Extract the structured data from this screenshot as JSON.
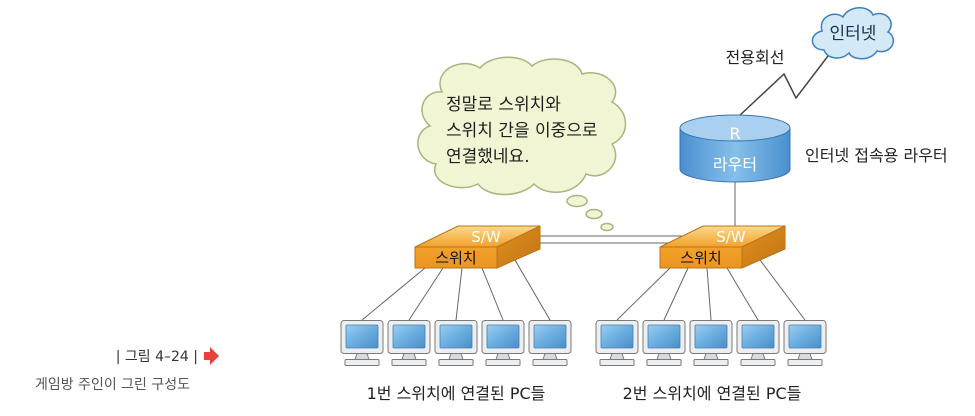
{
  "figure": {
    "label": "| 그림 4–24 |",
    "title": "게임방 주인이 그린 구성도"
  },
  "internet": {
    "label": "인터넷"
  },
  "leased_line": {
    "label": "전용회선"
  },
  "thought_bubble": {
    "lines": [
      "정말로 스위치와",
      "스위치 간을 이중으로",
      "연결했네요."
    ]
  },
  "router": {
    "symbol": "R",
    "label": "라우터",
    "caption": "인터넷 접속용 라우터"
  },
  "switches": [
    {
      "top_label": "S/W",
      "front_label": "스위치",
      "pc_group_label": "1번 스위치에 연결된 PC들"
    },
    {
      "top_label": "S/W",
      "front_label": "스위치",
      "pc_group_label": "2번 스위치에 연결된 PC들"
    }
  ],
  "colors": {
    "cloud_fill": "#d4e9f7",
    "cloud_stroke": "#3b7fc4",
    "bubble_fill": "#f1f5d3",
    "bubble_stroke": "#a7b47e",
    "router_body": "#4a8fcf",
    "router_top": "#a9d1ef",
    "switch_orange": "#f2a12b",
    "screen_blue": "#6aaee0",
    "arrow_red": "#e8433a"
  }
}
